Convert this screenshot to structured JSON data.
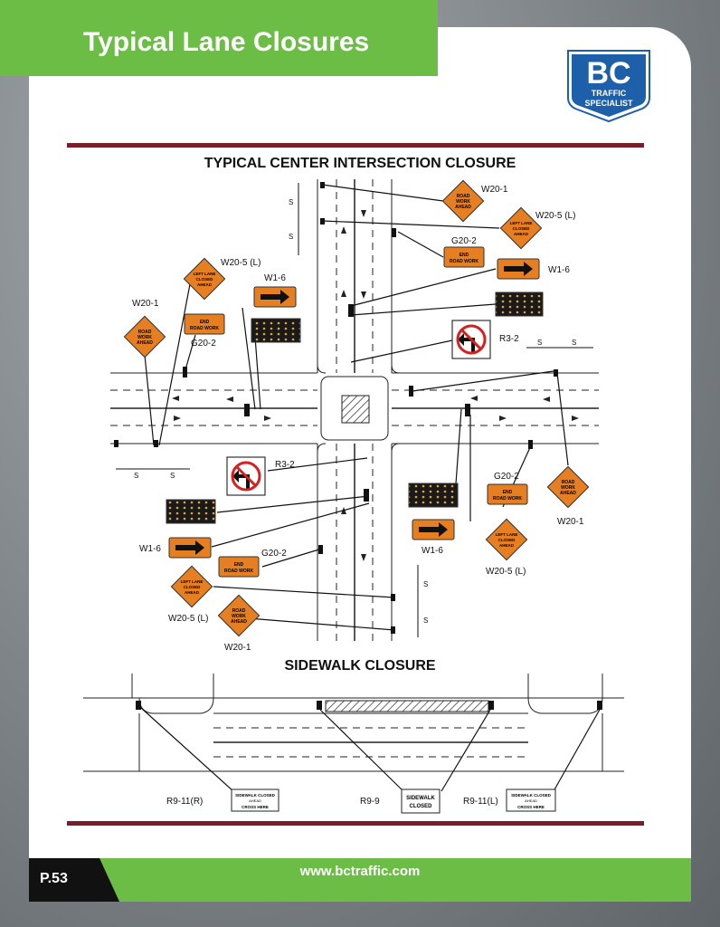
{
  "page": {
    "title": "Typical Lane Closures",
    "page_number": "P.53",
    "footer_url": "www.bctraffic.com",
    "accent_color": "#6cbd45",
    "rule_color": "#7a1d2a"
  },
  "logo": {
    "big_text": "BC",
    "line1": "TRAFFIC",
    "line2": "SPECIALIST"
  },
  "intersection": {
    "heading": "TYPICAL CENTER INTERSECTION CLOSURE",
    "sign_codes": {
      "w20_1": "W20-1",
      "w20_5": "W20-5 (L)",
      "w1_6": "W1-6",
      "g20_2": "G20-2",
      "r3_2": "R3-2",
      "s": "S"
    },
    "sign_text": {
      "road_work_ahead": [
        "ROAD",
        "WORK",
        "AHEAD"
      ],
      "left_lane_closed": [
        "LEFT LANE",
        "CLOSED",
        "AHEAD"
      ],
      "end_road_work": [
        "END",
        "ROAD WORK"
      ]
    }
  },
  "sidewalk": {
    "heading": "SIDEWALK CLOSURE",
    "labels": {
      "r9_11r": "R9-11(R)",
      "r9_9": "R9-9",
      "r9_11l": "R9-11(L)"
    },
    "sign_closed": [
      "SIDEWALK",
      "CLOSED"
    ],
    "sign_detour": [
      "SIDEWALK CLOSED",
      "AHEAD",
      "CROSS HERE"
    ]
  }
}
